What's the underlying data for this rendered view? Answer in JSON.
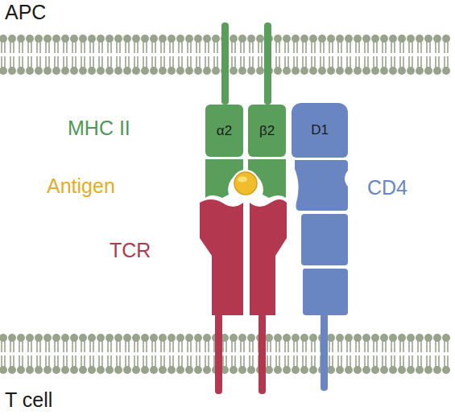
{
  "diagram": {
    "nodes": [
      {
        "text": [
          "α2"
        ]
      },
      {
        "text": [
          "β2"
        ]
      },
      {
        "text": [
          "D1"
        ]
      }
    ],
    "labels": [
      "APC",
      "MHC II",
      "Antigen",
      "TCR",
      "CD4",
      "T cell"
    ]
  }
}
